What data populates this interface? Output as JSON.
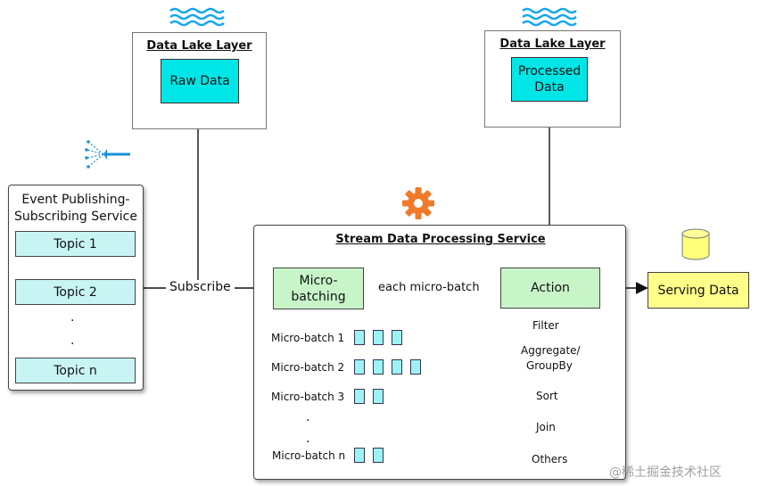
{
  "lake_left": {
    "title": "Data Lake Layer",
    "box": "Raw Data"
  },
  "lake_right": {
    "title": "Data Lake Layer",
    "box_line1": "Processed",
    "box_line2": "Data"
  },
  "event_service": {
    "title_line1": "Event Publishing-",
    "title_line2": "Subscribing Service",
    "topics": [
      "Topic 1",
      "Topic 2",
      "Topic n"
    ],
    "dots": ".",
    "subscribe_label": "Subscribe"
  },
  "stream_service": {
    "title": "Stream Data Processing Service",
    "micro_batching_line1": "Micro-",
    "micro_batching_line2": "batching",
    "flow_label": "each micro-batch",
    "action": "Action",
    "batches": [
      "Micro-batch 1",
      "Micro-batch 2",
      "Micro-batch 3",
      "Micro-batch n"
    ],
    "batch_counts": [
      3,
      4,
      2,
      2
    ],
    "ops": [
      "Filter",
      "Aggregate/",
      "GroupBy",
      "Sort",
      "Join",
      "Others"
    ]
  },
  "serving": {
    "label": "Serving Data"
  },
  "watermark": "@稀土掘金技术社区",
  "colors": {
    "cyan": "#00e5e5",
    "topic": "#c9f4f4",
    "green": "#c8f5c8",
    "yellow": "#ffff8a",
    "gear": "#f07a2a",
    "water": "#1aa7e8"
  }
}
